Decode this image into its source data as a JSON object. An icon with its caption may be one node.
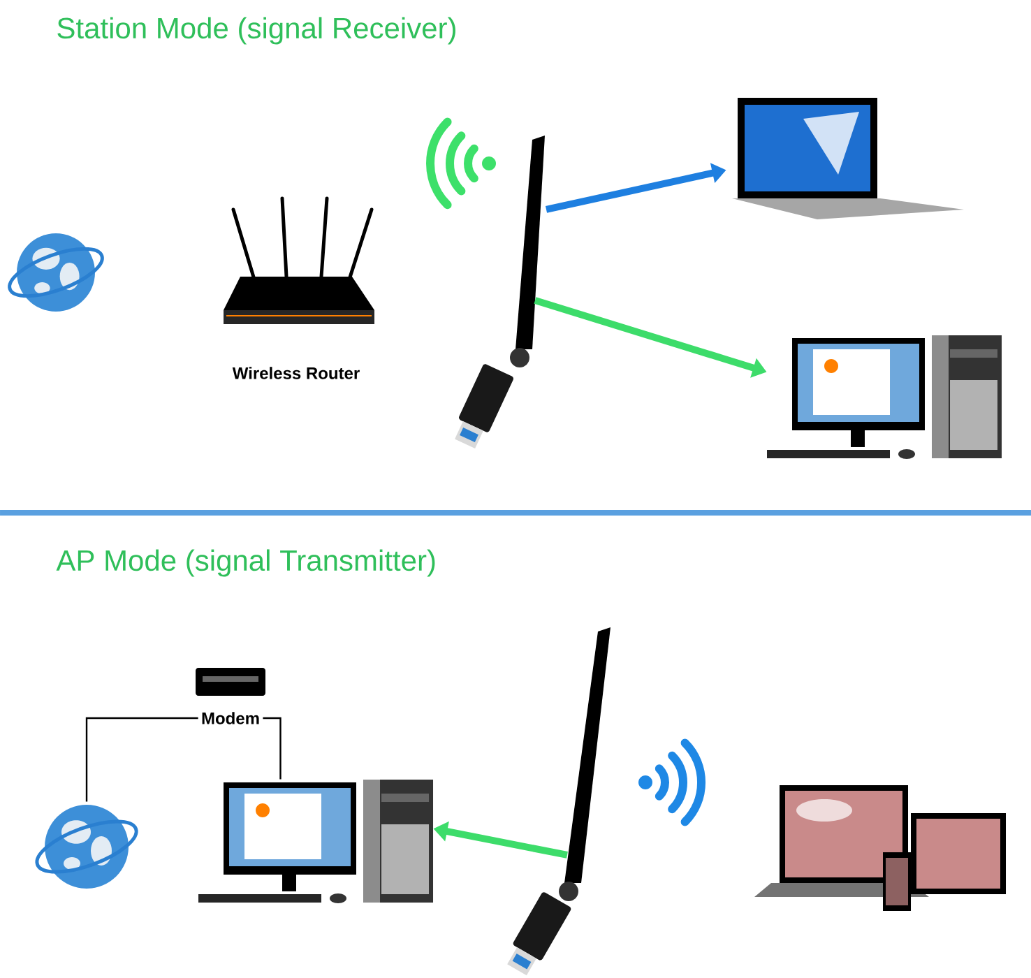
{
  "diagram": {
    "nodes": [
      {
        "text": [],
        "shape": "picture"
      },
      {
        "text": [
          "Wireless Router"
        ]
      },
      {
        "text": [],
        "shape": "picture"
      },
      {
        "text": [],
        "shape": "picture"
      },
      {
        "text": [],
        "shape": "picture"
      },
      {
        "text": [],
        "shape": "picture"
      },
      {
        "text": [
          "Modem"
        ]
      },
      {
        "text": [],
        "shape": "picture"
      },
      {
        "text": [],
        "shape": "picture"
      },
      {
        "text": [],
        "shape": "picture"
      }
    ],
    "edges": [
      {
        "from": 2,
        "to": 3,
        "arrow": "to",
        "color": "#1e7fe0"
      },
      {
        "from": 2,
        "to": 4,
        "arrow": "to",
        "color": "#3ddc6a"
      },
      {
        "from": 5,
        "to": 6,
        "arrow": "none",
        "color": "#000000"
      },
      {
        "from": 6,
        "to": 7,
        "arrow": "none",
        "color": "#000000"
      },
      {
        "from": 8,
        "to": 7,
        "arrow": "to",
        "color": "#3ddc6a"
      }
    ],
    "labels": [
      "Station Mode (signal Receiver)",
      "AP Mode (signal Transmitter)"
    ]
  }
}
